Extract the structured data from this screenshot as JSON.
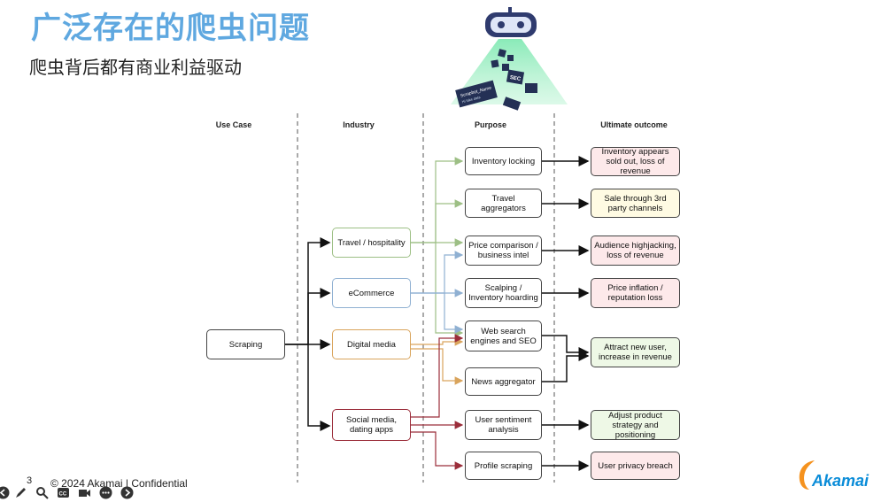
{
  "slide": {
    "title": "广泛存在的爬虫问题",
    "subtitle": "爬虫背后都有商业利益驱动"
  },
  "columns": {
    "use_case": "Use Case",
    "industry": "Industry",
    "purpose": "Purpose",
    "outcome": "Ultimate outcome"
  },
  "use_case": {
    "scraping": "Scraping"
  },
  "industry": {
    "travel": "Travel / hospitality",
    "ecommerce": "eCommerce",
    "digital": "Digital media",
    "social": "Social media,\ndating apps"
  },
  "purpose": {
    "inventory": "Inventory locking",
    "travel_agg": "Travel aggregators",
    "price_comp": "Price comparison / business intel",
    "scalping": "Scalping / Inventory hoarding",
    "web_search": "Web search engines and SEO",
    "news": "News aggregator",
    "sentiment": "User sentiment analysis",
    "profile": "Profile scraping"
  },
  "outcome": {
    "sold_out": "Inventory appears sold out, loss of revenue",
    "third_party": "Sale through 3rd party channels",
    "audience": "Audience highjacking, loss of revenue",
    "inflation": "Price inflation / reputation loss",
    "attract": "Attract new user, increase in revenue",
    "adjust": "Adjust product strategy and positioning",
    "privacy": "User privacy breach"
  },
  "robot": {
    "card_title": "Scrapbot_Name",
    "card_sub": "Hi fake data",
    "sec_label": "SEC"
  },
  "footer": {
    "page": "3",
    "text": "© 2024 Akamai | Confidential",
    "logo": "Akamai"
  },
  "colors": {
    "title": "#5fa8e0",
    "travel": "#9dbf85",
    "ecommerce": "#8fb0d2",
    "digital": "#d9a45c",
    "social": "#9b2d3a",
    "red_outcome": "#fde9ea",
    "yellow_outcome": "#fffbe3",
    "green_outcome": "#eef8e6"
  }
}
